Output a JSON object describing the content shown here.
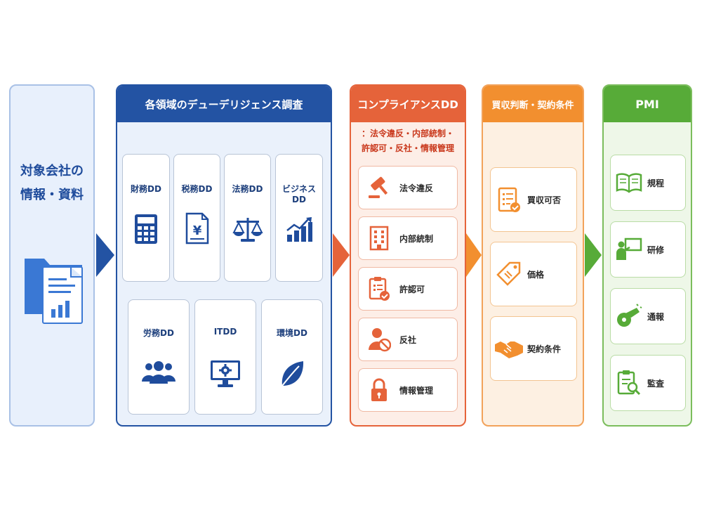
{
  "source": {
    "title_line1": "対象会社の",
    "title_line2": "情報・資料",
    "icon": "folder-document-chart-icon"
  },
  "due_diligence": {
    "title": "各領域のデューデリジェンス調査",
    "items": [
      {
        "label": "財務DD",
        "icon": "calculator-icon"
      },
      {
        "label": "税務DD",
        "icon": "yen-document-icon"
      },
      {
        "label": "法務DD",
        "icon": "scales-icon"
      },
      {
        "label": "ビジネスDD",
        "icon": "growth-chart-icon"
      },
      {
        "label": "労務DD",
        "icon": "people-icon"
      },
      {
        "label": "ITDD",
        "icon": "monitor-gear-icon"
      },
      {
        "label": "環境DD",
        "icon": "leaf-icon"
      }
    ],
    "color": "#2353a3"
  },
  "compliance": {
    "title": "コンプライアンスDD",
    "subtitle_line1": "：法令違反・内部統制・",
    "subtitle_line2": "許認可・反社・情報管理",
    "items": [
      {
        "label": "法令違反",
        "icon": "gavel-icon"
      },
      {
        "label": "内部統制",
        "icon": "building-icon"
      },
      {
        "label": "許認可",
        "icon": "clipboard-check-icon"
      },
      {
        "label": "反社",
        "icon": "person-prohibited-icon"
      },
      {
        "label": "情報管理",
        "icon": "padlock-icon"
      }
    ],
    "color": "#e5633a"
  },
  "decision": {
    "title": "買収判断・契約条件",
    "items": [
      {
        "label": "買収可否",
        "icon": "checklist-icon"
      },
      {
        "label": "価格",
        "icon": "price-tag-icon"
      },
      {
        "label": "契約条件",
        "icon": "handshake-icon"
      }
    ],
    "color": "#f28f2f"
  },
  "pmi": {
    "title": "PMI",
    "items": [
      {
        "label": "規程",
        "icon": "open-book-icon"
      },
      {
        "label": "研修",
        "icon": "presenter-board-icon"
      },
      {
        "label": "通報",
        "icon": "whistle-icon"
      },
      {
        "label": "監査",
        "icon": "clipboard-magnifier-icon"
      }
    ],
    "color": "#57ab38"
  }
}
